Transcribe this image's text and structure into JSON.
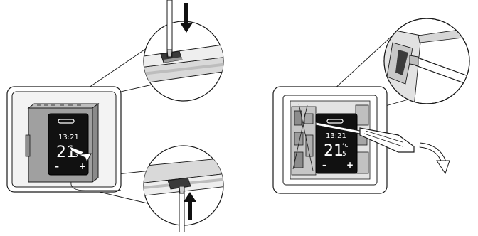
{
  "left_device": {
    "time": "13:21",
    "temperature": "21",
    "temp_decimal": "5",
    "minus_label": "–",
    "plus_label": "+"
  },
  "right_device": {
    "time": "13:21",
    "temperature": "21",
    "temp_unit": "°C",
    "temp_decimal": "5",
    "minus_label": "–",
    "plus_label": "+"
  },
  "colors": {
    "outline": "#1a1a1a",
    "frame_fill": "#ffffff",
    "wall_grey": "#e6e6e6",
    "module_grey": "#9a9a9a",
    "display_black": "#111111",
    "display_text": "#ffffff",
    "detail_bg": "#d9d9d9"
  }
}
